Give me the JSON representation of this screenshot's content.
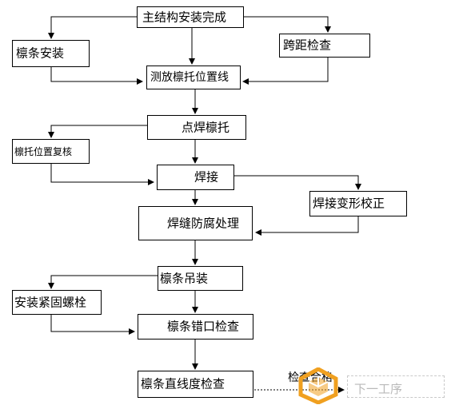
{
  "nodes": {
    "main_structure": "主结构安装完成",
    "purlin_install": "檩条安装",
    "span_check": "跨距检查",
    "measure_line": "测放檩托位置线",
    "spot_weld": "点焊檩托",
    "position_recheck": "檩托位置复核",
    "welding": "焊接",
    "weld_deformation": "焊接变形校正",
    "anticorrosion": "焊缝防腐处理",
    "purlin_hoist": "檩条吊装",
    "fasten_bolts": "安装紧固螺栓",
    "misalign_check": "檩条错口检查",
    "straightness_check": "檩条直线度检查",
    "next_step": "下一工序"
  },
  "edge_labels": {
    "inspection_pass": "检查合格"
  },
  "colors": {
    "line": "#000000",
    "logo_orange": "#f0a020",
    "faded": "#b9b9b9"
  }
}
